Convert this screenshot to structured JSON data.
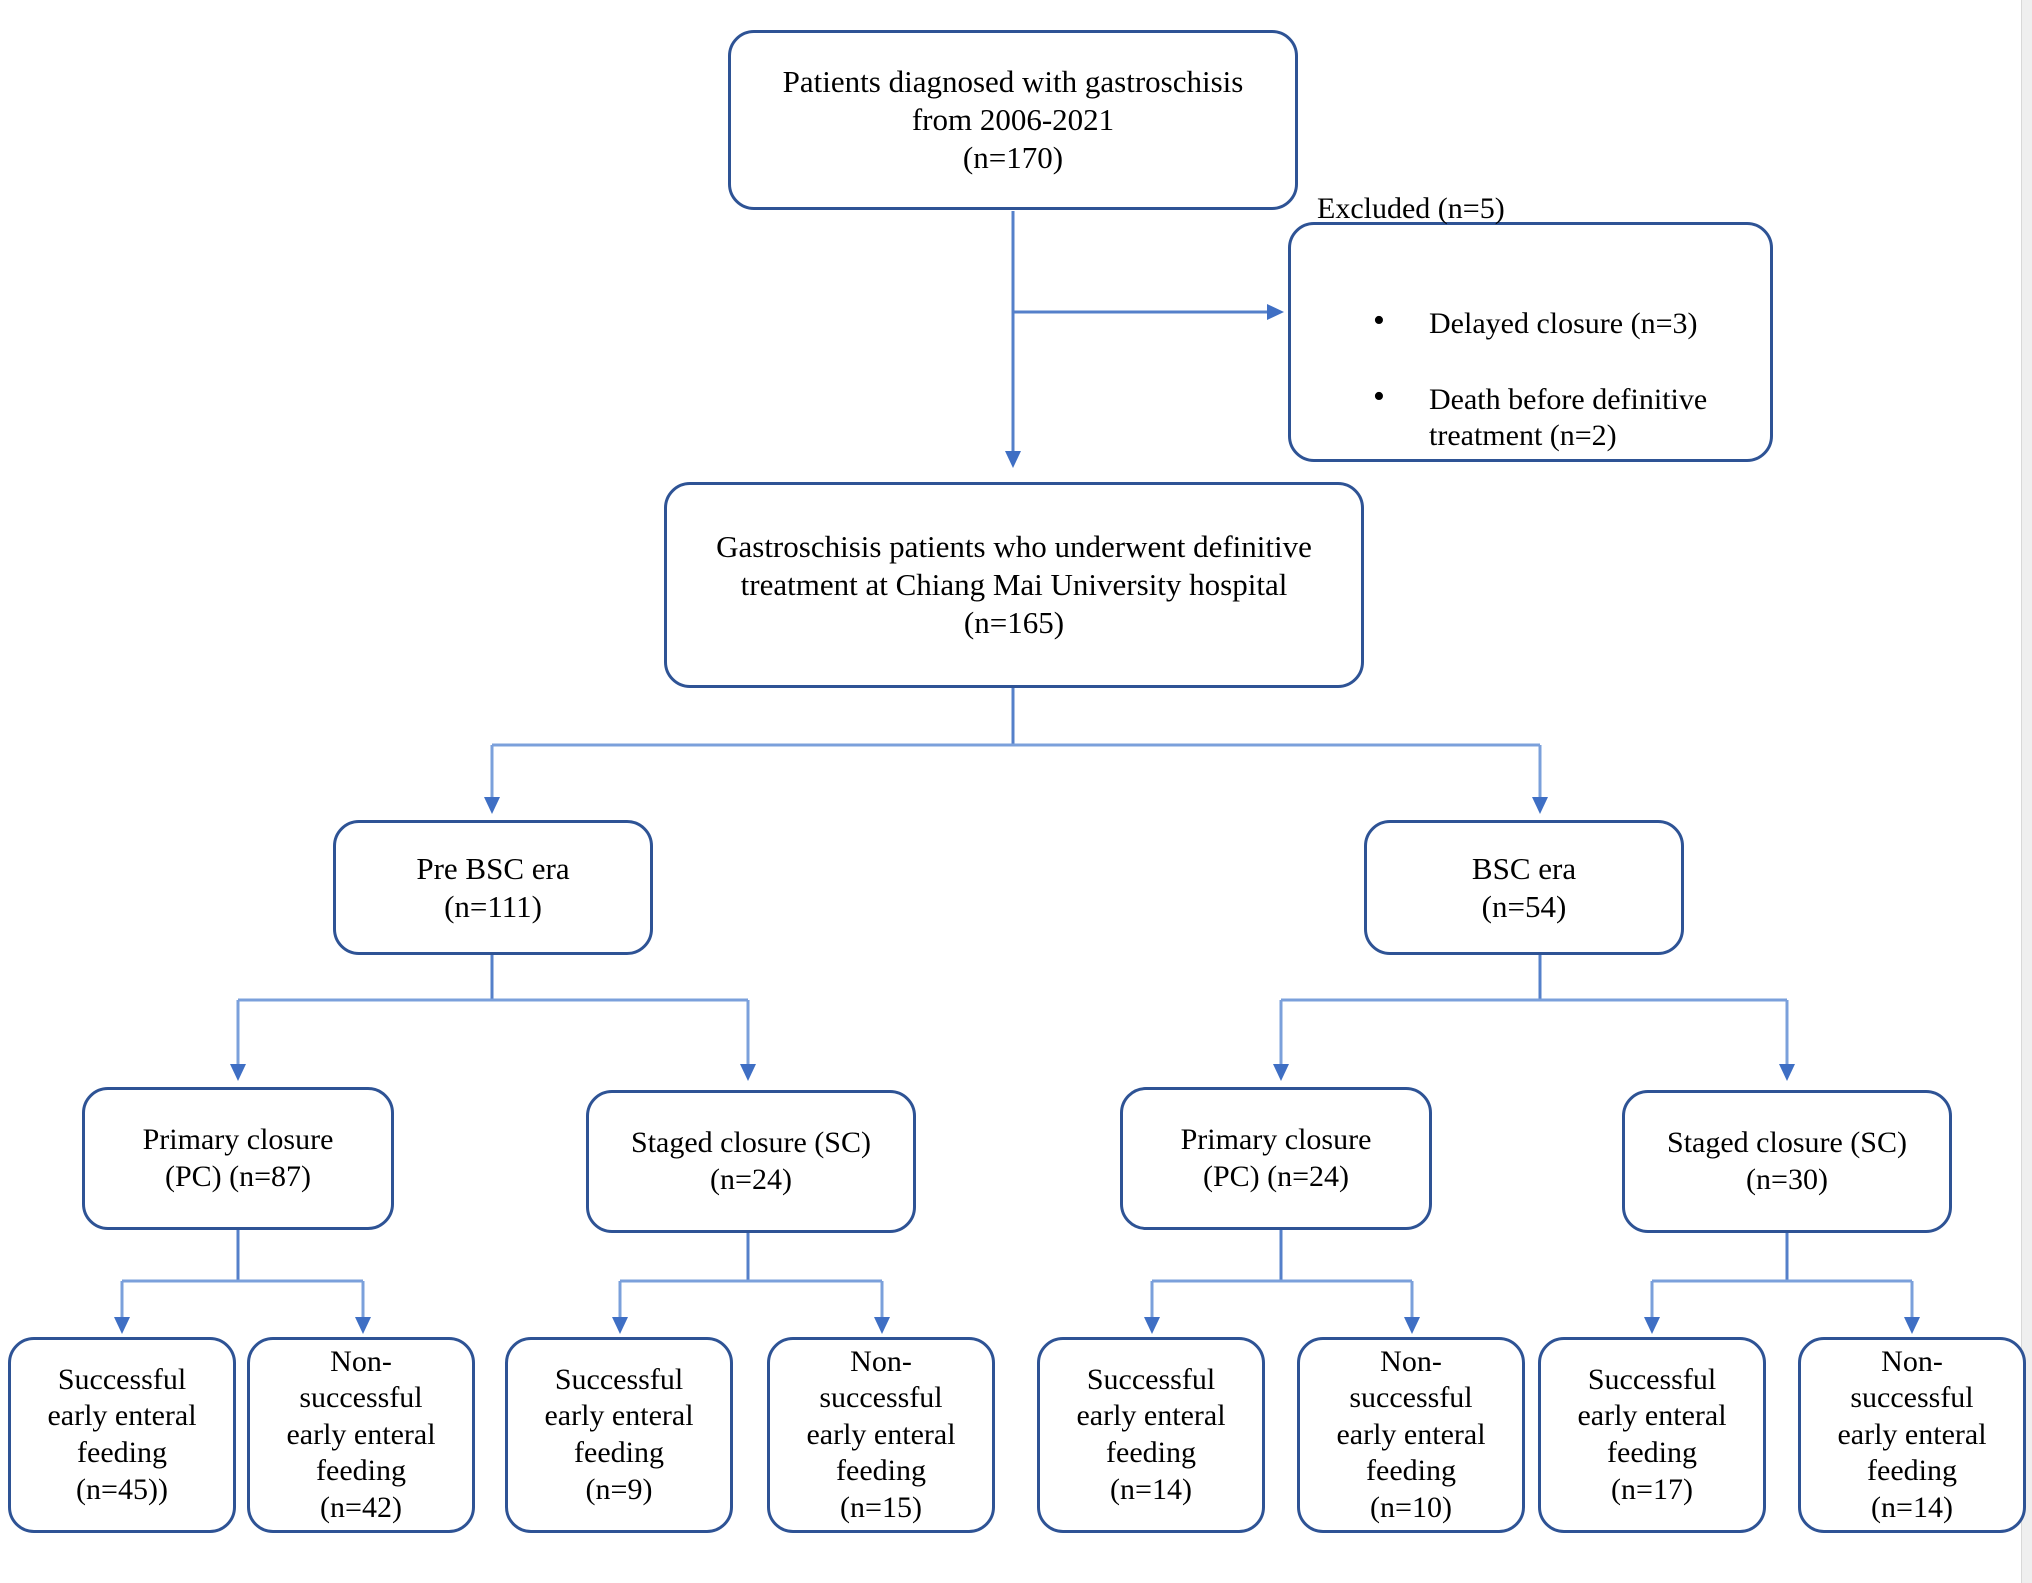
{
  "diagram": {
    "title": "Gastroschisis patient flow diagram",
    "colors": {
      "box_border": "#2e5395",
      "connector_dark": "#2e5395",
      "connector_light": "#7ba0db",
      "background": "#ffffff",
      "text": "#000000"
    },
    "nodes": {
      "enrolled": {
        "line1": "Patients  diagnosed with gastroschisis",
        "line2": "from 2006-2021",
        "line3": "(n=170)",
        "text": "Patients  diagnosed with gastroschisis\nfrom 2006-2021\n(n=170)"
      },
      "excluded": {
        "heading": "Excluded (n=5)",
        "items": [
          "Delayed closure (n=3)",
          "Death before definitive treatment (n=2)"
        ]
      },
      "definitive": {
        "text": "Gastroschisis patients who underwent definitive\ntreatment at Chiang Mai University hospital\n(n=165)"
      },
      "pre_bsc_era": {
        "text": "Pre BSC era\n(n=111)"
      },
      "bsc_era": {
        "text": "BSC era\n(n=54)"
      },
      "pre_primary_closure": {
        "text": "Primary closure\n(PC) (n=87)"
      },
      "pre_staged_closure": {
        "text": "Staged closure (SC)\n(n=24)"
      },
      "bsc_primary_closure": {
        "text": "Primary closure\n(PC) (n=24)"
      },
      "bsc_staged_closure": {
        "text": "Staged closure (SC)\n(n=30)"
      },
      "outcome_1": {
        "text": "Successful\nearly enteral\nfeeding\n(n=45))"
      },
      "outcome_2": {
        "text": "Non-\nsuccessful\nearly enteral\nfeeding\n(n=42)"
      },
      "outcome_3": {
        "text": "Successful\nearly enteral\nfeeding\n(n=9)"
      },
      "outcome_4": {
        "text": "Non-\nsuccessful\nearly enteral\nfeeding\n(n=15)"
      },
      "outcome_5": {
        "text": "Successful\nearly enteral\nfeeding\n(n=14)"
      },
      "outcome_6": {
        "text": "Non-\nsuccessful\nearly enteral\nfeeding\n(n=10)"
      },
      "outcome_7": {
        "text": "Successful\nearly enteral\nfeeding\n(n=17)"
      },
      "outcome_8": {
        "text": "Non-\nsuccessful\nearly enteral\nfeeding\n(n=14)"
      }
    },
    "counts": {
      "diagnosed": 170,
      "excluded_total": 5,
      "excluded_delayed_closure": 3,
      "excluded_death_before_treatment": 2,
      "definitive_treatment": 165,
      "pre_bsc_era": 111,
      "bsc_era": 54,
      "pre_bsc_primary_closure": 87,
      "pre_bsc_staged_closure": 24,
      "bsc_primary_closure": 24,
      "bsc_staged_closure": 30,
      "pre_pc_successful": 45,
      "pre_pc_nonsuccessful": 42,
      "pre_sc_successful": 9,
      "pre_sc_nonsuccessful": 15,
      "bsc_pc_successful": 14,
      "bsc_pc_nonsuccessful": 10,
      "bsc_sc_successful": 17,
      "bsc_sc_nonsuccessful": 14
    }
  }
}
